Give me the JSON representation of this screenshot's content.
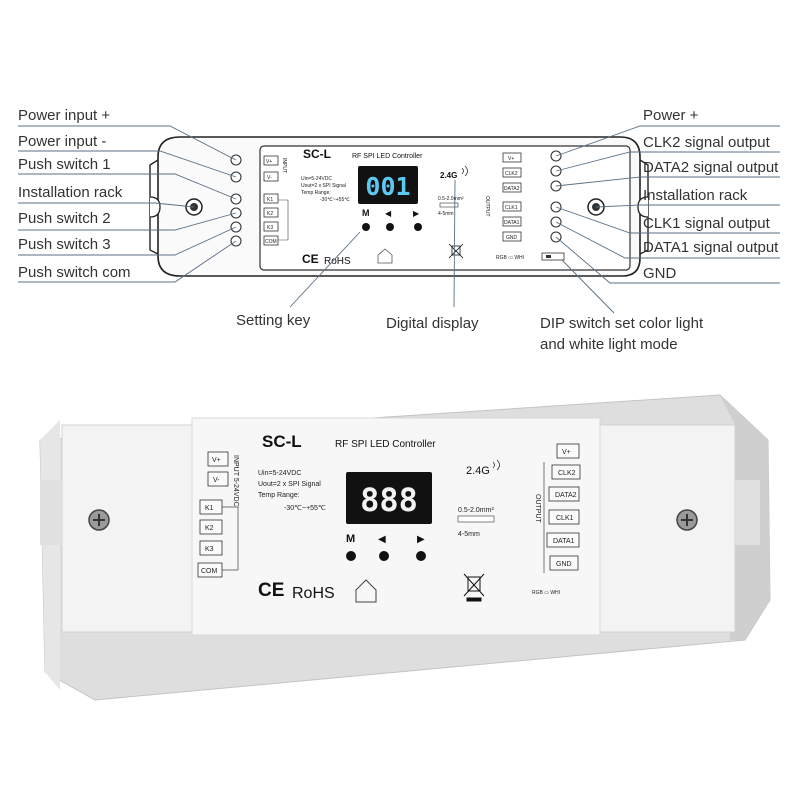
{
  "left_labels": [
    "Power input +",
    "Power input -",
    "Push switch 1",
    "Installation rack",
    "Push switch 2",
    "Push switch 3",
    "Push switch com"
  ],
  "right_labels": [
    "Power +",
    "CLK2 signal output",
    "DATA2 signal output",
    "Installation rack",
    "CLK1 signal output",
    "DATA1 signal output",
    "GND"
  ],
  "bottom_labels": {
    "setting_key": "Setting key",
    "digital_display": "Digital display",
    "dip_switch_line1": "DIP switch set color light",
    "dip_switch_line2": "and white light mode"
  },
  "device_top": {
    "model": "SC-L",
    "product": "RF SPI LED Controller",
    "display": "001",
    "band": "2.4G",
    "spec_uin": "Uin=5-24VDC",
    "spec_uout": "Uout=2 x SPI Signal",
    "spec_temp": "Temp Range:",
    "spec_temp_range": "-30℃~+55℃",
    "wire_gauge": "0.5-2.0mm²",
    "strip_len": "4-5mm",
    "keys": [
      "M",
      "◀",
      "▶"
    ],
    "input_terms": [
      "V+",
      "V-",
      "K1",
      "K2",
      "K3",
      "COM"
    ],
    "output_terms": [
      "V+",
      "CLK2",
      "DATA2",
      "CLK1",
      "DATA1",
      "GND"
    ],
    "input_label": "INPUT",
    "output_label": "OUTPUT",
    "ce": "CE",
    "rohs": "RoHS",
    "dip": "RGB ▭ WHI"
  },
  "device_bottom": {
    "model": "SC-L",
    "product": "RF SPI LED Controller",
    "display": "888",
    "band": "2.4G",
    "spec_uin": "Uin=5-24VDC",
    "spec_uout": "Uout=2 x SPI Signal",
    "spec_temp": "Temp Range:",
    "spec_temp_range": "-30℃~+55℃",
    "wire_gauge": "0.5-2.0mm²",
    "strip_len": "4-5mm",
    "keys": [
      "M",
      "◀",
      "▶"
    ],
    "input_terms": [
      "V+",
      "V-",
      "K1",
      "K2",
      "K3",
      "COM"
    ],
    "output_terms": [
      "V+",
      "CLK2",
      "DATA2",
      "CLK1",
      "DATA1",
      "GND"
    ],
    "input_label": "INPUT 5-24VDC",
    "output_label": "OUTPUT",
    "ce": "CE",
    "rohs": "RoHS",
    "dip": "RGB ▭ WHI"
  },
  "colors": {
    "display_digits": "#5fc8f0",
    "display_bg": "#111111",
    "line": "#5a6f85",
    "body": "#f2f2f2"
  }
}
